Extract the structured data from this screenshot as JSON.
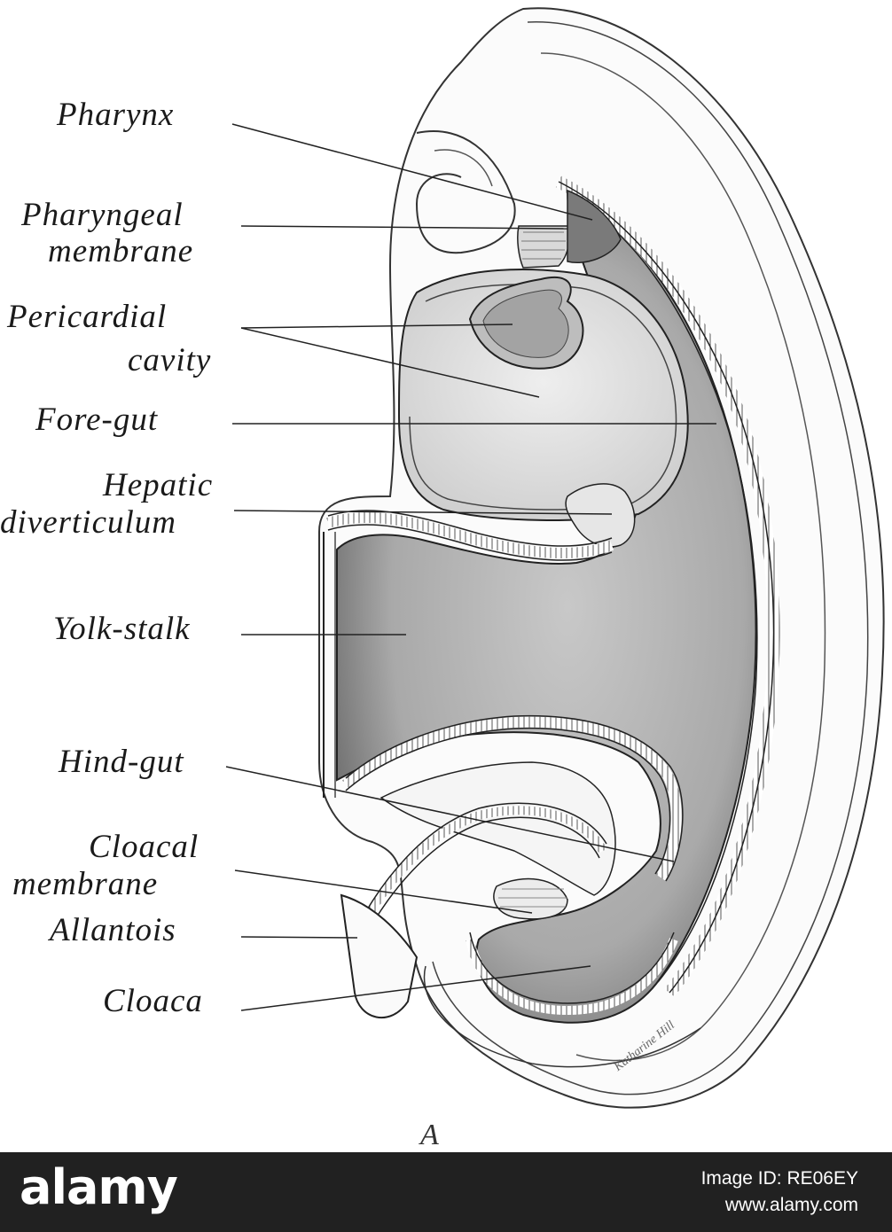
{
  "labels": {
    "pharynx": "Pharynx",
    "pharyngeal_line1": "Pharyngeal",
    "pharyngeal_line2": "membrane",
    "pericardial_line1": "Pericardial",
    "pericardial_line2": "cavity",
    "fore_gut": "Fore-gut",
    "hepatic_line1": "Hepatic",
    "hepatic_line2": "diverticulum",
    "yolk_stalk": "Yolk-stalk",
    "hind_gut": "Hind-gut",
    "cloacal_line1": "Cloacal",
    "cloacal_line2": "membrane",
    "allantois": "Allantois",
    "cloaca": "Cloaca"
  },
  "figure_letter": "A",
  "signature": "Katharine Hill",
  "watermark": {
    "logo": "alamy",
    "image_id": "Image ID: RE06EY",
    "url": "www.alamy.com"
  }
}
